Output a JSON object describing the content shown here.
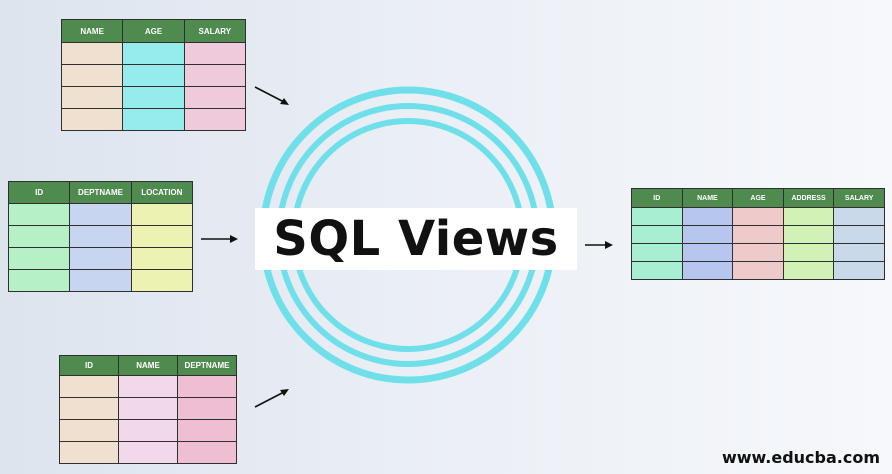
{
  "title": "SQL Views",
  "website": "www.educba.com",
  "tables": {
    "employee": {
      "headers": [
        "NAME",
        "AGE",
        "SALARY"
      ],
      "column_colors": [
        "#efe0d0",
        "#96ecec",
        "#efcadb"
      ],
      "rows": 4
    },
    "department": {
      "headers": [
        "ID",
        "DEPTNAME",
        "LOCATION"
      ],
      "column_colors": [
        "#b6f0c7",
        "#c7d5f0",
        "#ecf2b2"
      ],
      "rows": 4
    },
    "staff": {
      "headers": [
        "ID",
        "NAME",
        "DEPTNAME"
      ],
      "column_colors": [
        "#efe0d0",
        "#f1d8ea",
        "#efbed2"
      ],
      "rows": 4
    },
    "view_result": {
      "headers": [
        "ID",
        "NAME",
        "AGE",
        "ADDRESS",
        "SALARY"
      ],
      "column_colors": [
        "#a8eed3",
        "#b6c6ef",
        "#efcaca",
        "#d1f1b7",
        "#c9d9e9"
      ],
      "rows": 4
    }
  },
  "colors": {
    "header_bg": "#4f8a4f",
    "ring": "#6fe0ea",
    "arrow": "#111111"
  }
}
